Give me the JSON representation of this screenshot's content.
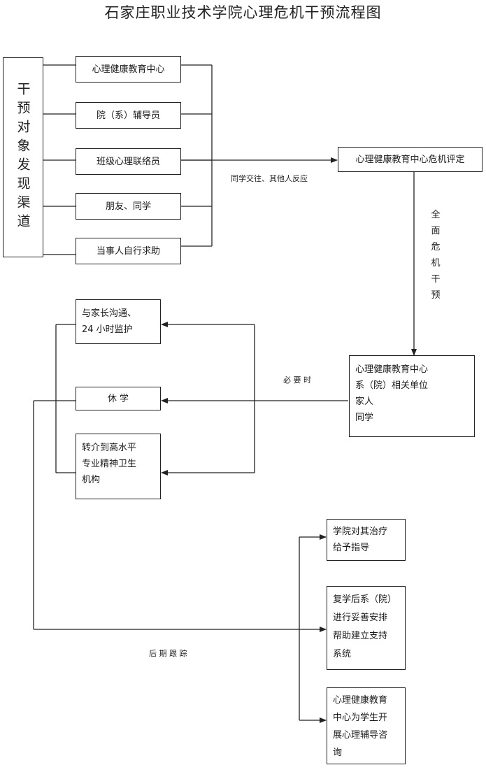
{
  "title": "石家庄职业技术学院心理危机干预流程图",
  "channels_label": "干预对象发现渠道",
  "channels": [
    "心理健康教育中心",
    "院（系）辅导员",
    "班级心理联络员",
    "朋友、同学",
    "当事人自行求助"
  ],
  "assessment": "心理健康教育中心危机评定",
  "arrow_label_report": "同学交往、其他人反应",
  "arrow_label_intervene": [
    "全",
    "面",
    "危",
    "机",
    "干",
    "预"
  ],
  "units": [
    "心理健康教育中心",
    "系（院）相关单位",
    "家人",
    "同学"
  ],
  "arrow_label_necessary": "必 要 时",
  "measures": {
    "family": [
      "与家长沟通、",
      "24 小时监护"
    ],
    "suspend": "休 学",
    "referral": [
      "转介到高水平",
      "专业精神卫生",
      "机构"
    ]
  },
  "arrow_label_followup": "后 期 跟 踪",
  "followups": {
    "guidance": [
      "学院对其治疗",
      "给予指导"
    ],
    "return": [
      "复学后系（院）",
      "进行妥善安排",
      "帮助建立支持",
      "系统"
    ],
    "counsel": [
      "心理健康教育",
      "中心为学生开",
      "展心理辅导咨",
      "询"
    ]
  }
}
